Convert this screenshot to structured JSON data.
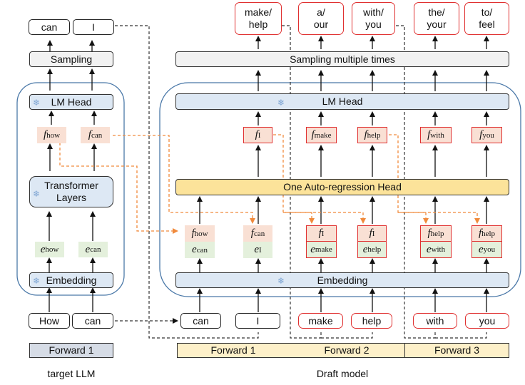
{
  "target_llm": {
    "caption": "target LLM",
    "forward_label": "Forward 1",
    "input_tokens": [
      "How",
      "can"
    ],
    "output_tokens": [
      "can",
      "I"
    ],
    "sampling_label": "Sampling",
    "lm_head_label": "LM Head",
    "transformer_label_line1": "Transformer",
    "transformer_label_line2": "Layers",
    "embedding_label": "Embedding",
    "features": [
      {
        "sym": "f",
        "sub": "how"
      },
      {
        "sym": "f",
        "sub": "can"
      }
    ],
    "embeddings": [
      {
        "sym": "e",
        "sub": "how"
      },
      {
        "sym": "e",
        "sub": "can"
      }
    ]
  },
  "draft_model": {
    "caption": "Draft model",
    "sampling_label": "Sampling multiple times",
    "lm_head_label": "LM Head",
    "ar_head_label": "One Auto-regression Head",
    "embedding_label": "Embedding",
    "forward_labels": [
      "Forward 1",
      "Forward 2",
      "Forward 3"
    ],
    "input_tokens": [
      "can",
      "I",
      "make",
      "help",
      "with",
      "you"
    ],
    "output_candidates": [
      {
        "line1": "make/",
        "line2": "help"
      },
      {
        "line1": "a/",
        "line2": "our"
      },
      {
        "line1": "with/",
        "line2": "you"
      },
      {
        "line1": "the/",
        "line2": "your"
      },
      {
        "line1": "to/",
        "line2": "feel"
      }
    ],
    "output_features": [
      {
        "sym": "f",
        "sub": "I"
      },
      {
        "sym": "f",
        "sub": "make"
      },
      {
        "sym": "f",
        "sub": "help"
      },
      {
        "sym": "f",
        "sub": "with"
      },
      {
        "sym": "f",
        "sub": "you"
      }
    ],
    "input_features": [
      {
        "sym": "f",
        "sub": "how"
      },
      {
        "sym": "f",
        "sub": "can"
      },
      {
        "sym": "f",
        "sub": "I"
      },
      {
        "sym": "f",
        "sub": "I"
      },
      {
        "sym": "f",
        "sub": "help"
      },
      {
        "sym": "f",
        "sub": "help"
      }
    ],
    "input_embeddings": [
      {
        "sym": "e",
        "sub": "can"
      },
      {
        "sym": "e",
        "sub": "I"
      },
      {
        "sym": "e",
        "sub": "make"
      },
      {
        "sym": "e",
        "sub": "help"
      },
      {
        "sym": "e",
        "sub": "with"
      },
      {
        "sym": "e",
        "sub": "you"
      }
    ]
  },
  "icons": {
    "frozen": "snowflake-icon"
  },
  "colors": {
    "feature_bg": "#f9e0d4",
    "embedding_bg": "#e4f0dc",
    "module_blue": "#dde8f4",
    "ar_head_yellow": "#fce39a",
    "draft_red": "#e03030",
    "reuse_orange": "#f08a3c",
    "container_blue": "#4a78a8"
  }
}
